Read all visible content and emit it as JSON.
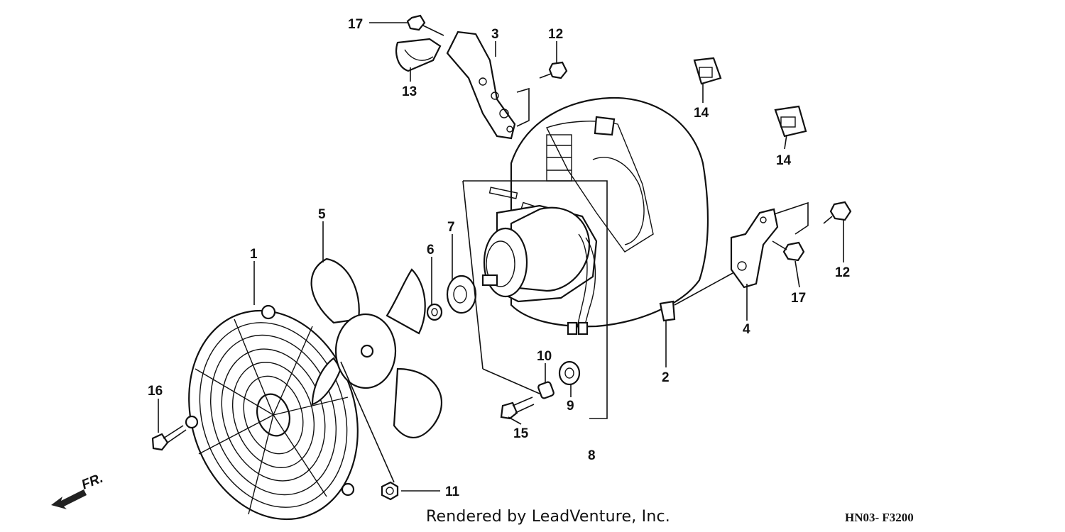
{
  "credit": "Rendered by LeadVenture, Inc.",
  "diagram_code": "HN03- F3200",
  "front_marker": "FR.",
  "callouts": {
    "c1": "1",
    "c2": "2",
    "c3": "3",
    "c4": "4",
    "c5": "5",
    "c6": "6",
    "c7": "7",
    "c8": "8",
    "c9": "9",
    "c10": "10",
    "c11": "11",
    "c12a": "12",
    "c12b": "12",
    "c13": "13",
    "c14a": "14",
    "c14b": "14",
    "c15": "15",
    "c16": "16",
    "c17a": "17",
    "c17b": "17"
  }
}
